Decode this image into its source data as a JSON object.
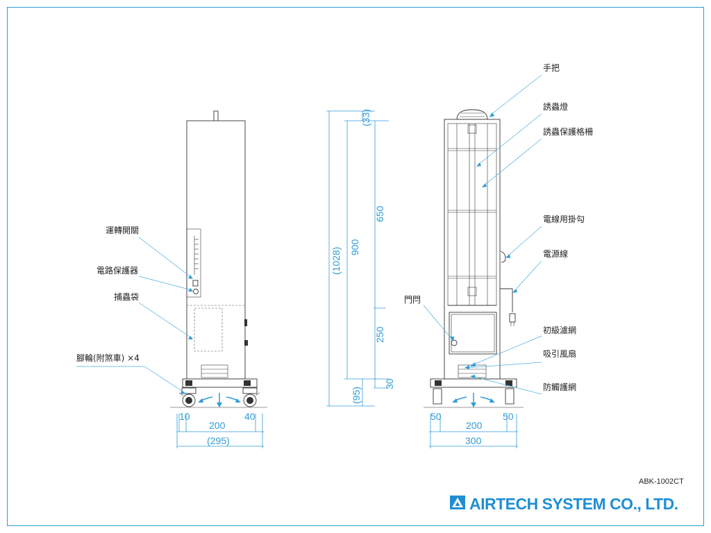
{
  "labels": {
    "left_switch": "運轉開關",
    "left_breaker": "電路保護器",
    "left_bag": "捕蟲袋",
    "left_caster": "腳輪(附煞車) ×4",
    "right_handle": "手把",
    "right_lamp": "誘蟲燈",
    "right_guard": "誘蟲保護格柵",
    "right_hook": "電線用掛勾",
    "right_cord": "電源線",
    "right_door": "門閂",
    "right_prefilter": "初級濾網",
    "right_fan": "吸引風扇",
    "right_net": "防觸護網"
  },
  "dimensions": {
    "left_w_a": "10",
    "left_w_b": "200",
    "left_w_c": "40",
    "left_w_total": "(295)",
    "h_top": "(33)",
    "h_upper": "650",
    "h_body": "900",
    "h_total": "(1028)",
    "h_lower": "250",
    "h_base": "30",
    "h_caster": "(95)",
    "right_w_a": "50",
    "right_w_b": "200",
    "right_w_c": "50",
    "right_w_total": "300"
  },
  "footer": {
    "model": "ABK-1002CT",
    "brand": "AIRTECH SYSTEM CO., LTD.",
    "logo_icon": "triangle-a-logo"
  },
  "colors": {
    "frame": "#2f9bd6",
    "dimension": "#2f9bd6",
    "brand": "#1f8fd3"
  }
}
